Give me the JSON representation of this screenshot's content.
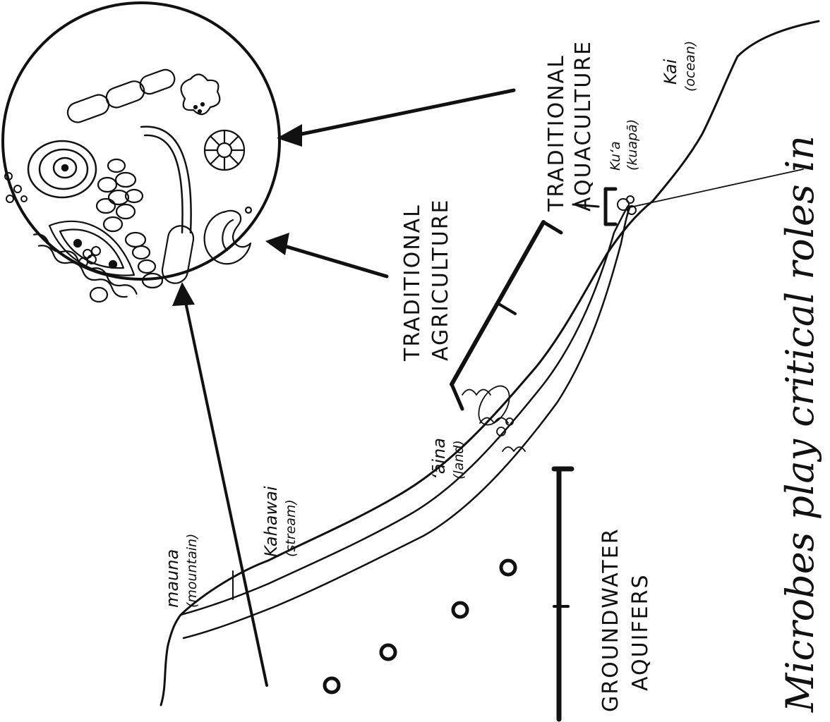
{
  "labels": {
    "traditional_aquaculture": [
      "TRADITIONAL",
      "AQUACULTURE"
    ],
    "traditional_agriculture": [
      "TRADITIONAL",
      "AGRICULTURE"
    ],
    "groundwater_aquifers": [
      "GROUNDWATER",
      "AQUIFERS"
    ],
    "mauna": "mauna",
    "mauna_gloss": "(mountain)",
    "kahawai": "Kahawai",
    "kahawai_gloss": "(stream)",
    "aina": "ʻāina",
    "aina_gloss": "(land)",
    "kua": "Kuʻa",
    "kua_gloss": "(kuapā)",
    "kai": "Kai",
    "kai_gloss": "(ocean)"
  },
  "caption": "Microbes play critical roles in",
  "diagram": {
    "orientation": "rotated 90° counter-clockwise",
    "magnified_view": "microbes"
  }
}
